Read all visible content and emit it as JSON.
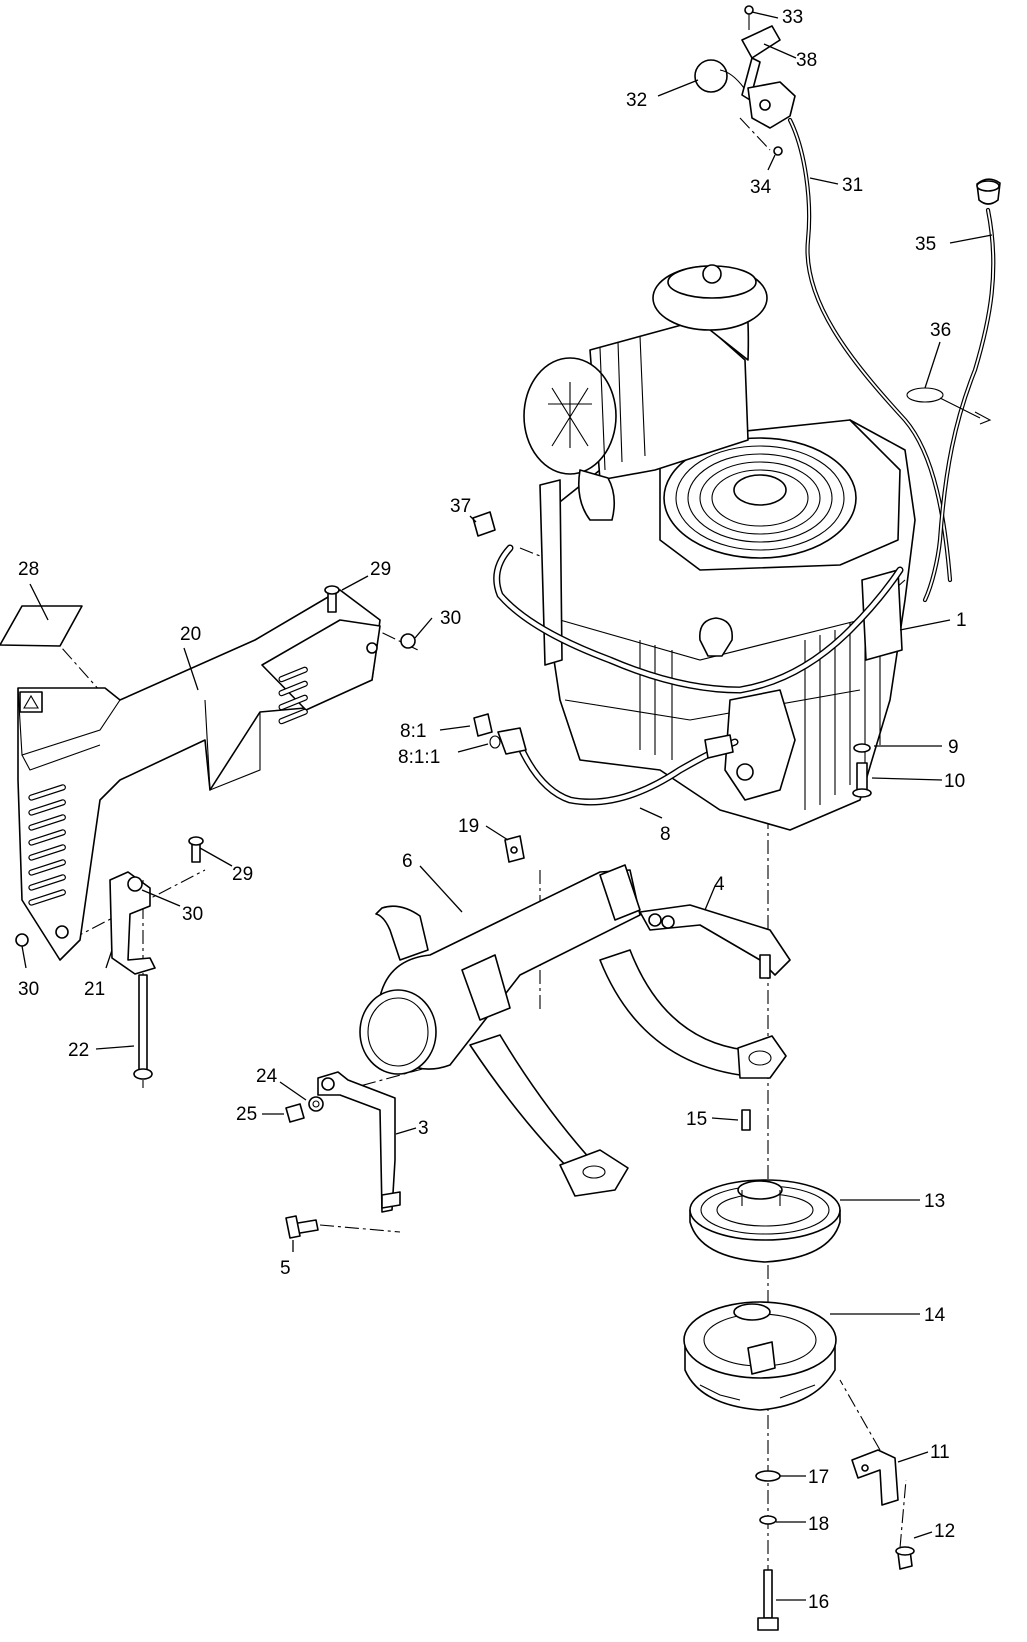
{
  "callouts": [
    {
      "id": "33",
      "label": "33"
    },
    {
      "id": "38",
      "label": "38"
    },
    {
      "id": "32",
      "label": "32"
    },
    {
      "id": "34",
      "label": "34"
    },
    {
      "id": "31",
      "label": "31"
    },
    {
      "id": "35",
      "label": "35"
    },
    {
      "id": "36",
      "label": "36"
    },
    {
      "id": "37",
      "label": "37"
    },
    {
      "id": "28",
      "label": "28"
    },
    {
      "id": "29a",
      "label": "29"
    },
    {
      "id": "30a",
      "label": "30"
    },
    {
      "id": "20",
      "label": "20"
    },
    {
      "id": "1",
      "label": "1"
    },
    {
      "id": "8-1",
      "label": "8:1"
    },
    {
      "id": "8-1-1",
      "label": "8:1:1"
    },
    {
      "id": "9",
      "label": "9"
    },
    {
      "id": "10",
      "label": "10"
    },
    {
      "id": "8",
      "label": "8"
    },
    {
      "id": "19",
      "label": "19"
    },
    {
      "id": "6",
      "label": "6"
    },
    {
      "id": "29b",
      "label": "29"
    },
    {
      "id": "4",
      "label": "4"
    },
    {
      "id": "30b",
      "label": "30"
    },
    {
      "id": "30c",
      "label": "30"
    },
    {
      "id": "21",
      "label": "21"
    },
    {
      "id": "22",
      "label": "22"
    },
    {
      "id": "24",
      "label": "24"
    },
    {
      "id": "25",
      "label": "25"
    },
    {
      "id": "15",
      "label": "15"
    },
    {
      "id": "3",
      "label": "3"
    },
    {
      "id": "13",
      "label": "13"
    },
    {
      "id": "5",
      "label": "5"
    },
    {
      "id": "14",
      "label": "14"
    },
    {
      "id": "11",
      "label": "11"
    },
    {
      "id": "17",
      "label": "17"
    },
    {
      "id": "12",
      "label": "12"
    },
    {
      "id": "18",
      "label": "18"
    },
    {
      "id": "16",
      "label": "16"
    }
  ]
}
